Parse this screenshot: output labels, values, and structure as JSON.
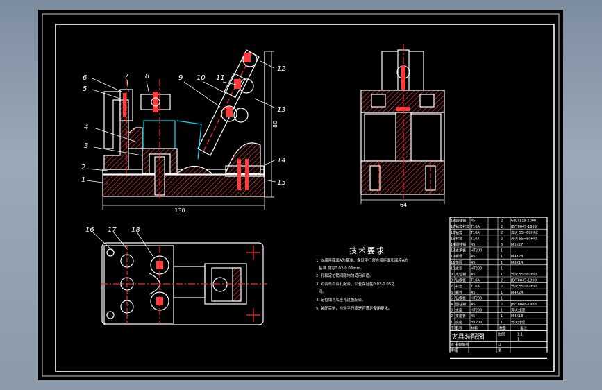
{
  "drawing": {
    "title": "夹具装配图",
    "bg": "#000000",
    "line_color": "#ffffff",
    "hatch_color": "#ff3b3b",
    "center_color": "#ff2a2a",
    "dim_color": "#ffffff",
    "aux_color": "#00e0ff"
  },
  "part_labels": [
    "1",
    "2",
    "3",
    "4",
    "5",
    "6",
    "7",
    "8",
    "9",
    "10",
    "11",
    "12",
    "13",
    "14",
    "15",
    "16",
    "17",
    "18"
  ],
  "dimensions": {
    "width_front": "130",
    "height_front": "80",
    "width_side": "64"
  },
  "tech_requirements": {
    "title": "技术要求",
    "items": [
      "1.  以底座底面A为基准，保证平行度在底座面和底座A的",
      "基准 度为0.02-0.03mm。",
      "2.  孔和定位销间隙均匀适用合适。",
      "3.  对合与对合孔配合，公差保证在0.03-0.05之",
      "间。",
      "4.  定位销与底座孔过盈配合。",
      "5.  装配完毕，检验平行度是否满足使用要求。"
    ]
  },
  "parts_table": {
    "rows": [
      {
        "no": "18",
        "name": "圆柱销",
        "qty": "2",
        "material": "45",
        "note": "GB/T119-2000"
      },
      {
        "no": "17",
        "name": "钻套衬套",
        "qty": "2",
        "material": "T10A",
        "note": "JB/T8045-1999"
      },
      {
        "no": "16",
        "name": "钻套",
        "qty": "2",
        "material": "T10A",
        "note": "淬火 55~60HRC"
      },
      {
        "no": "15",
        "name": "衬套",
        "qty": "2",
        "material": "T10A",
        "note": "淬火 55~60HRC"
      },
      {
        "no": "14",
        "name": "圆柱销",
        "qty": "6",
        "material": "45",
        "note": "M5X27"
      },
      {
        "no": "13",
        "name": "支承板",
        "qty": "1",
        "material": "HT200",
        "note": ""
      },
      {
        "no": "12",
        "name": "螺母",
        "qty": "1",
        "material": "45",
        "note": "M4X28"
      },
      {
        "no": "11",
        "name": "垫圈",
        "qty": "1",
        "material": "45",
        "note": "M8X14"
      },
      {
        "no": "10",
        "name": "支架",
        "qty": "1",
        "material": "HT200",
        "note": ""
      },
      {
        "no": "9",
        "name": "定位销",
        "qty": "1",
        "material": "45",
        "note": "淬火 55~60HRC"
      },
      {
        "no": "8",
        "name": "钻模板",
        "qty": "2",
        "material": "T10A",
        "note": "JB/T8045-1999"
      },
      {
        "no": "7",
        "name": "衬套",
        "qty": "2",
        "material": "T10A",
        "note": "淬火 55~60HRC"
      },
      {
        "no": "6",
        "name": "螺栓",
        "qty": "1",
        "material": "45",
        "note": "M4X24"
      },
      {
        "no": "5",
        "name": "钻模板",
        "qty": "1",
        "material": "HT200",
        "note": ""
      },
      {
        "no": "4",
        "name": "圆柱销",
        "qty": "2",
        "material": "45",
        "note": "JB/T8048-1988"
      },
      {
        "no": "3",
        "name": "支座",
        "qty": "1",
        "material": "HT200",
        "note": "淬火处理"
      },
      {
        "no": "2",
        "name": "支座板",
        "qty": "1",
        "material": "45",
        "note": "M4X18"
      },
      {
        "no": "1",
        "name": "底座",
        "qty": "1",
        "material": "HT200",
        "note": "淬火处理"
      }
    ],
    "header": {
      "no": "序号",
      "name": "名称",
      "qty": "数量",
      "material": "材料",
      "note": "备注"
    },
    "scale_label": "比例",
    "scale": "1:1",
    "sheets": "1",
    "designer_label": "设计",
    "designer": "郭敬伟",
    "checker_label": "审核",
    "weight_label": "共",
    "sheet_label": "第"
  }
}
